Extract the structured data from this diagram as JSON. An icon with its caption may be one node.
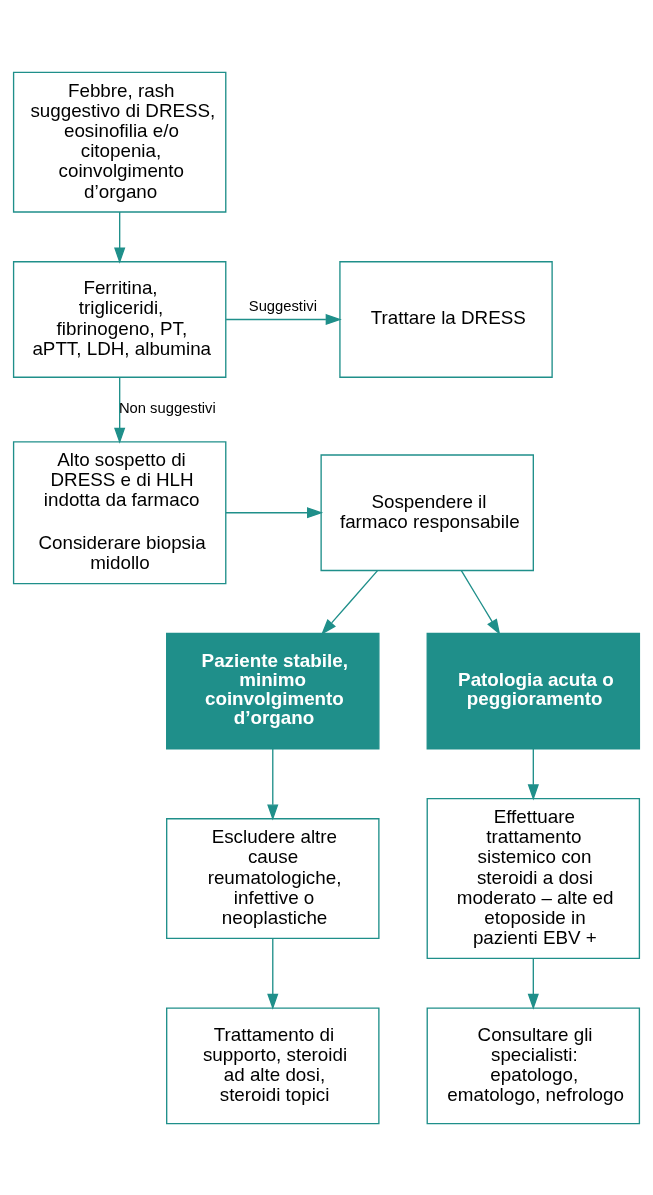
{
  "diagram": {
    "nodes": [
      {
        "text": [
          "Febbre, rash suggestivo di DRESS, eosinofilia e/o citopenia, coinvolgimento d’organo"
        ]
      },
      {
        "text": [
          "Ferritina, trigliceridi, fibrinogeno, PT, aPTT, LDH, albumina"
        ]
      },
      {
        "text": [
          "Trattare la DRESS"
        ]
      },
      {
        "text": [
          "Alto sospetto di DRESS e di HLH indotta da farmaco",
          "Considerare biopsia midollo"
        ]
      },
      {
        "text": [
          "Sospendere il farmaco responsabile"
        ]
      },
      {
        "text": [
          "Paziente stabile, minimo coinvolgimento d’organo"
        ]
      },
      {
        "text": [
          "Patologia acuta o peggioramento"
        ]
      },
      {
        "text": [
          "Escludere altre cause reumatologiche, infettive o neoplastiche"
        ]
      },
      {
        "text": [
          "Effettuare trattamento sistemico con steroidi a dosi moderato – alte ed etoposide in pazienti EBV +"
        ]
      },
      {
        "text": [
          "Trattamento di supporto, steroidi ad alte dosi, steroidi topici"
        ]
      },
      {
        "text": [
          "Consultare gli specialisti: epatologo, ematologo, nefrologo"
        ]
      }
    ],
    "edges": [
      {
        "from": 0,
        "to": 1,
        "arrow": "to"
      },
      {
        "from": 1,
        "to": 2,
        "arrow": "to",
        "label": "Suggestivi"
      },
      {
        "from": 1,
        "to": 3,
        "arrow": "to",
        "label": "Non suggestivi"
      },
      {
        "from": 3,
        "to": 4,
        "arrow": "to"
      },
      {
        "from": 4,
        "to": 5,
        "arrow": "to"
      },
      {
        "from": 4,
        "to": 6,
        "arrow": "to"
      },
      {
        "from": 5,
        "to": 7,
        "arrow": "to"
      },
      {
        "from": 6,
        "to": 8,
        "arrow": "to"
      },
      {
        "from": 7,
        "to": 9,
        "arrow": "to"
      },
      {
        "from": 8,
        "to": 10,
        "arrow": "to"
      }
    ]
  }
}
